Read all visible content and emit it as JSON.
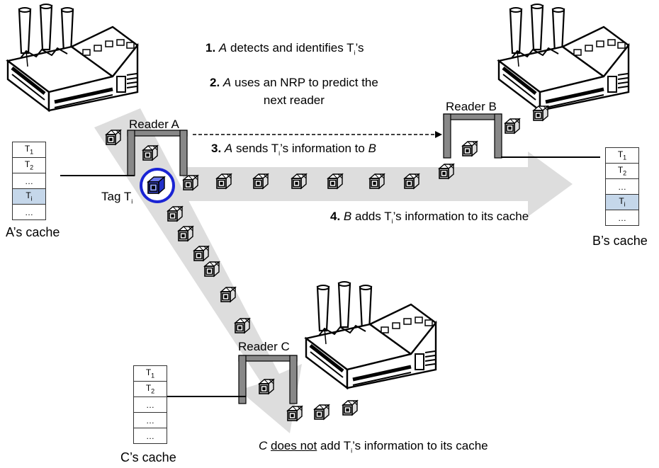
{
  "steps": {
    "s1": {
      "num": "1.",
      "actor": "A",
      "pre": " detects and identifies T",
      "sub": "i",
      "post": "’s"
    },
    "s2": {
      "num": "2.",
      "actor": "A",
      "line1": " uses an NRP to predict the",
      "line2": "next reader"
    },
    "s3": {
      "num": "3.",
      "actor": "A",
      "pre": " sends T",
      "sub": "i",
      "mid": "’s information to ",
      "target": "B"
    },
    "s4": {
      "num": "4.",
      "actor": "B",
      "pre": " adds T",
      "sub": "i",
      "post": "’s information to its cache"
    },
    "s5": {
      "actor": "C",
      "neg": "does not",
      "pre": " add T",
      "sub": "i",
      "post": "’s information to its cache"
    }
  },
  "readers": {
    "a": "Reader A",
    "b": "Reader B",
    "c": "Reader C"
  },
  "tag": {
    "prefix": "Tag T",
    "sub": "i"
  },
  "caches": {
    "a": {
      "label": "A’s cache",
      "rows": [
        {
          "main": "T",
          "sub": "1",
          "highlight": false
        },
        {
          "main": "T",
          "sub": "2",
          "highlight": false
        },
        {
          "main": "…",
          "sub": "",
          "highlight": false
        },
        {
          "main": "T",
          "sub": "i",
          "highlight": true
        },
        {
          "main": "…",
          "sub": "",
          "highlight": false
        }
      ]
    },
    "b": {
      "label": "B’s cache",
      "rows": [
        {
          "main": "T",
          "sub": "1",
          "highlight": false
        },
        {
          "main": "T",
          "sub": "2",
          "highlight": false
        },
        {
          "main": "…",
          "sub": "",
          "highlight": false
        },
        {
          "main": "T",
          "sub": "i",
          "highlight": true
        },
        {
          "main": "…",
          "sub": "",
          "highlight": false
        }
      ]
    },
    "c": {
      "label": "C’s cache",
      "rows": [
        {
          "main": "T",
          "sub": "1",
          "highlight": false
        },
        {
          "main": "T",
          "sub": "2",
          "highlight": false
        },
        {
          "main": "…",
          "sub": "",
          "highlight": false
        },
        {
          "main": "…",
          "sub": "",
          "highlight": false
        },
        {
          "main": "…",
          "sub": "",
          "highlight": false
        }
      ]
    }
  },
  "colors": {
    "arrow": "#dddddd",
    "highlight": "#c5d7ea",
    "tag_ring": "#1a24d4",
    "tag_fill": "#3b48e0",
    "reader": "#888888"
  },
  "icons": [
    "factory-icon",
    "rfid-tag-box-icon",
    "reader-gate-icon"
  ]
}
